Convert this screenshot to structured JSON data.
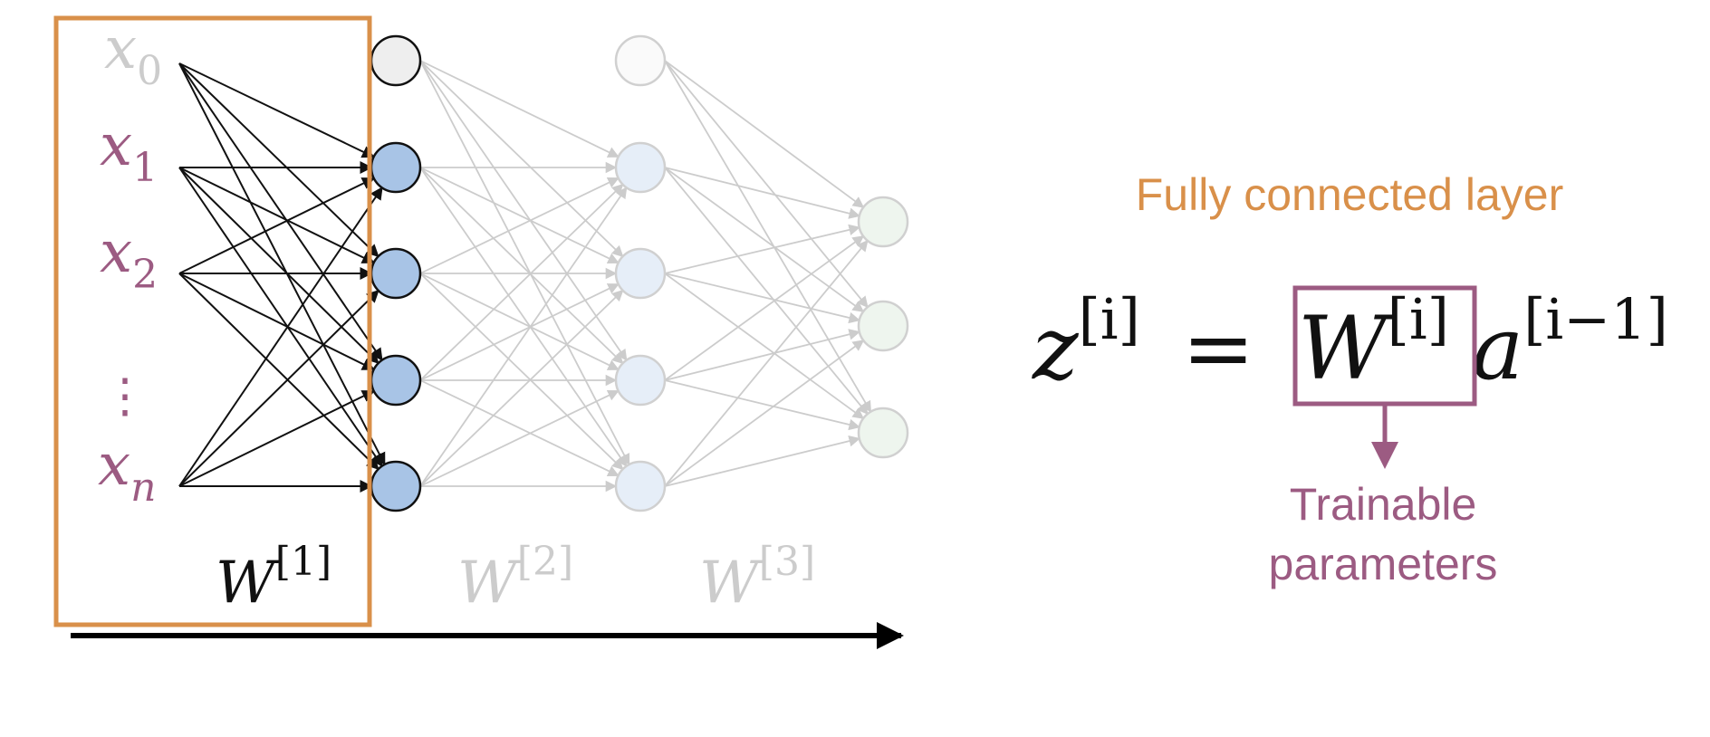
{
  "colors": {
    "accent_orange": "#D9904A",
    "accent_purple": "#9C5B82",
    "active_node_fill": "#A8C4E6",
    "faded_node_fill": "#E6EEF8",
    "faded_output_fill": "#EEF5EE",
    "bias_node_fill": "#EEEEEE",
    "faded_gray": "#CCCCCC",
    "black": "#111111"
  },
  "inputs": {
    "x0": {
      "base": "x",
      "sub": "0"
    },
    "x1": {
      "base": "x",
      "sub": "1"
    },
    "x2": {
      "base": "x",
      "sub": "2"
    },
    "dots": "⋮",
    "xn": {
      "base": "x",
      "sub": "n"
    }
  },
  "weights": {
    "w1": {
      "base": "W",
      "sup": "[1]"
    },
    "w2": {
      "base": "W",
      "sup": "[2]"
    },
    "w3": {
      "base": "W",
      "sup": "[3]"
    }
  },
  "layer_title": "Fully connected layer",
  "equation": {
    "z": "z",
    "z_sup": "[i]",
    "equals": "=",
    "W": "W",
    "W_sup": "[i]",
    "a": "a",
    "a_sup": "[i−1]"
  },
  "annotation": {
    "line1": "Trainable",
    "line2": "parameters"
  }
}
